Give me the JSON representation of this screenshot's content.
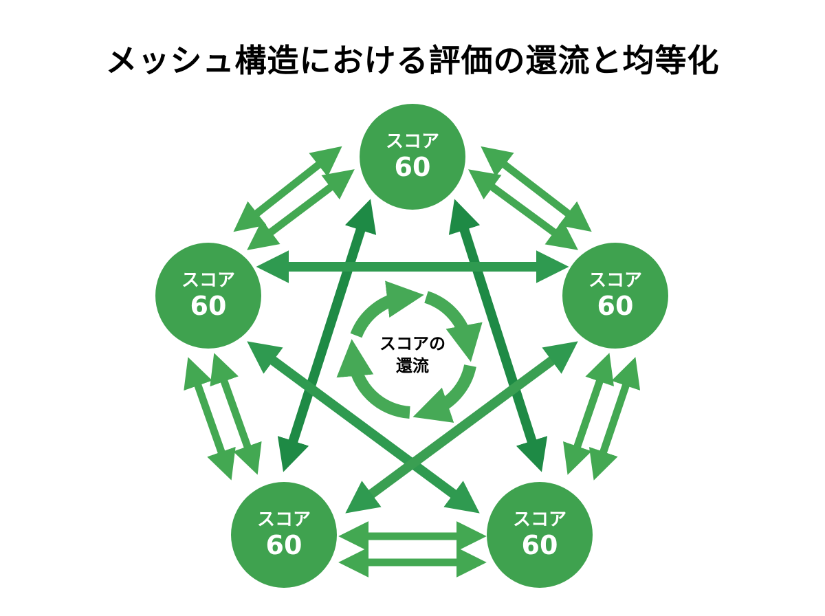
{
  "title": "メッシュ構造における評価の還流と均等化",
  "colors": {
    "node": "#3fa24f",
    "arrow_light": "#43a852",
    "arrow_dark": "#1e8a45",
    "arrow_mid": "#2f9a50",
    "cycle": "#46a956"
  },
  "nodes": [
    {
      "id": "top",
      "label": "スコア",
      "value": "60"
    },
    {
      "id": "left",
      "label": "スコア",
      "value": "60"
    },
    {
      "id": "right",
      "label": "スコア",
      "value": "60"
    },
    {
      "id": "bottom-left",
      "label": "スコア",
      "value": "60"
    },
    {
      "id": "bottom-right",
      "label": "スコア",
      "value": "60"
    }
  ],
  "center": {
    "line1": "スコアの",
    "line2": "還流"
  }
}
